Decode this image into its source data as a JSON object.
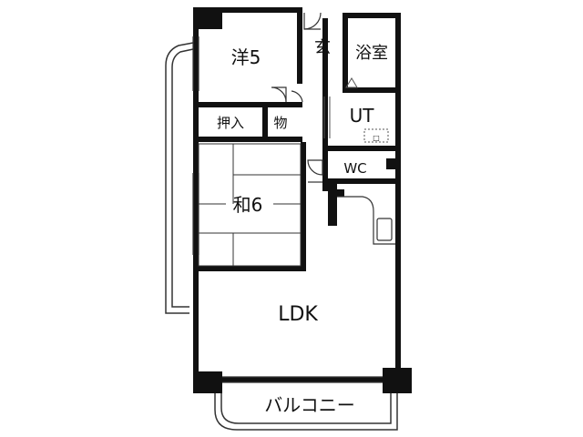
{
  "colors": {
    "wall": "#111111",
    "line": "#333333",
    "background": "#ffffff"
  },
  "rooms": {
    "western": "洋5",
    "entrance": "玄",
    "bath": "浴室",
    "closet": "押入",
    "storage": "物",
    "utility": "UT",
    "washer": "□",
    "toilet": "WC",
    "japanese": "和6",
    "ldk": "LDK",
    "balcony": "バルコニー"
  }
}
